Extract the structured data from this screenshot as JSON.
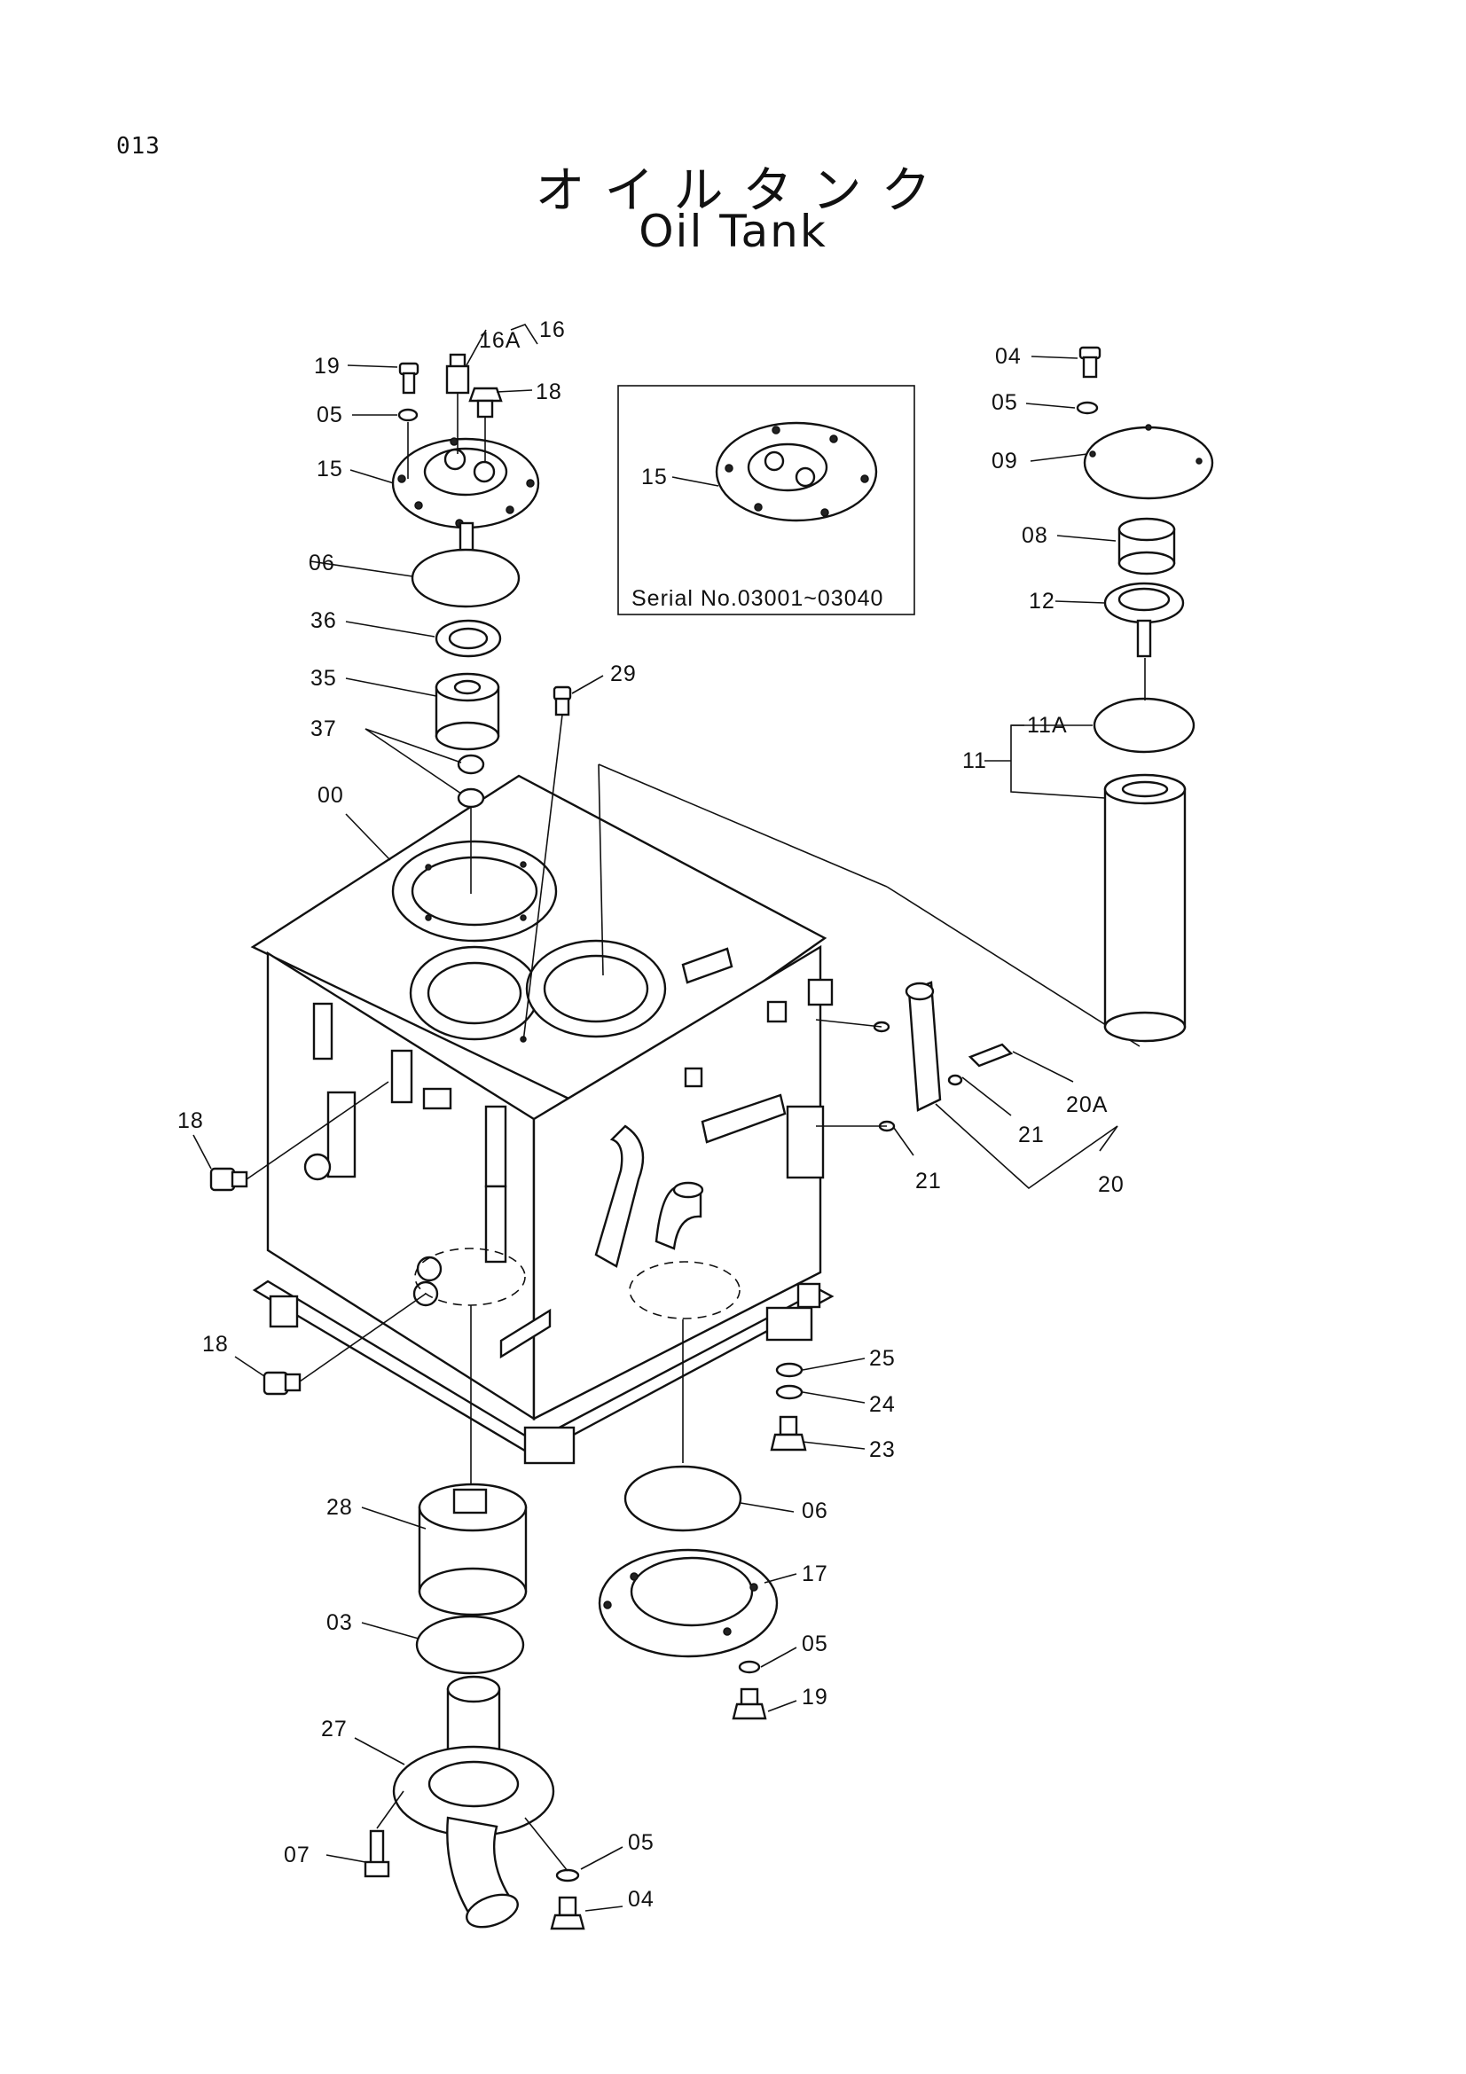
{
  "page_number": "013",
  "title_japanese": "オイルタンク",
  "title_english": "Oil Tank",
  "inset_caption": "Serial No.03001~03040",
  "callouts": {
    "c19_top": "19",
    "c16A": "16A",
    "c16": "16",
    "c18_top": "18",
    "c05_top": "05",
    "c15_main": "15",
    "c15_inset": "15",
    "c06_top": "06",
    "c36": "36",
    "c35": "35",
    "c37": "37",
    "c29": "29",
    "c00": "00",
    "c04_right": "04",
    "c05_right": "05",
    "c09": "09",
    "c08": "08",
    "c12": "12",
    "c11A": "11A",
    "c11": "11",
    "c18_mid": "18",
    "c18_low": "18",
    "c20A": "20A",
    "c21_a": "21",
    "c21_b": "21",
    "c20": "20",
    "c25": "25",
    "c24": "24",
    "c23": "23",
    "c28": "28",
    "c06_low": "06",
    "c03": "03",
    "c17": "17",
    "c05_low": "05",
    "c19_low": "19",
    "c27": "27",
    "c07": "07",
    "c05_bottom": "05",
    "c04_bottom": "04"
  }
}
